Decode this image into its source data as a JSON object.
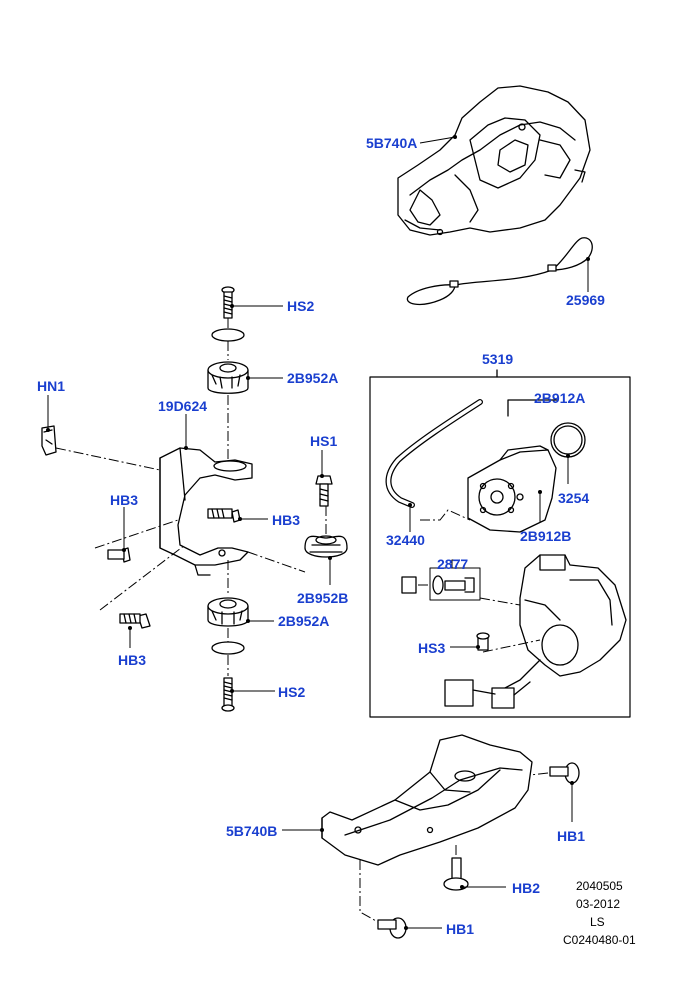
{
  "callouts": {
    "c_5B740A": "5B740A",
    "c_25969": "25969",
    "c_HS2_top": "HS2",
    "c_2B952A_top": "2B952A",
    "c_HN1": "HN1",
    "c_19D624": "19D624",
    "c_HS1": "HS1",
    "c_HB3_a": "HB3",
    "c_HB3_b": "HB3",
    "c_2B952B": "2B952B",
    "c_HB3_c": "HB3",
    "c_2B952A_bot": "2B952A",
    "c_HS2_bot": "HS2",
    "c_5319": "5319",
    "c_2B912A": "2B912A",
    "c_3254": "3254",
    "c_32440": "32440",
    "c_2B912B": "2B912B",
    "c_2877": "2877",
    "c_HS3": "HS3",
    "c_5B740B": "5B740B",
    "c_HB1_a": "HB1",
    "c_HB2": "HB2",
    "c_HB1_b": "HB1"
  },
  "footer": {
    "line1": "2040505",
    "line2": "03-2012",
    "line3": "LS",
    "line4": "C0240480-01"
  },
  "colors": {
    "callout": "#1a3fcf",
    "lines": "#000000",
    "part_fill": "#ffffff"
  }
}
